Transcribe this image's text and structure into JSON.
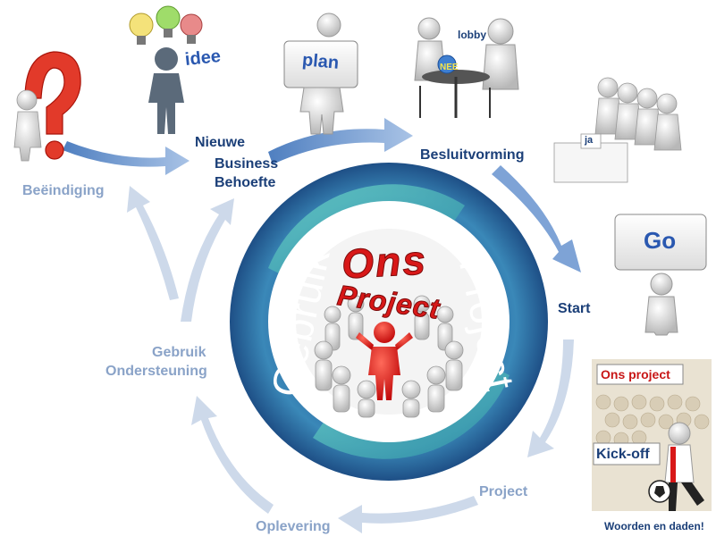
{
  "stages": {
    "beeindiging": "Beëindiging",
    "nieuwe": [
      "Nieuwe",
      "Business",
      "Behoefte"
    ],
    "besluitvorming": "Besluitvorming",
    "start": "Start",
    "project": "Project",
    "oplevering": "Oplevering",
    "gebruik": [
      "Gebruik",
      "Ondersteuning"
    ]
  },
  "signs": {
    "idee": "idee",
    "plan": "plan",
    "lobby": "lobby",
    "nee": "NEE",
    "ja": "ja",
    "go": "Go",
    "ons_project": "Ons project",
    "kick_off": "Kick-off",
    "woorden": "Woorden en daden!"
  },
  "ring": {
    "left": "Gebruik",
    "right": "Project"
  },
  "center": {
    "line1": "Ons",
    "line2": "Project"
  },
  "colors": {
    "dark_blue": "#1b3f78",
    "light_blue": "#8aa3c8",
    "ring_outer": "#2f6aa3",
    "ring_teal": "#4fb3b5",
    "red": "#e01a1a"
  }
}
